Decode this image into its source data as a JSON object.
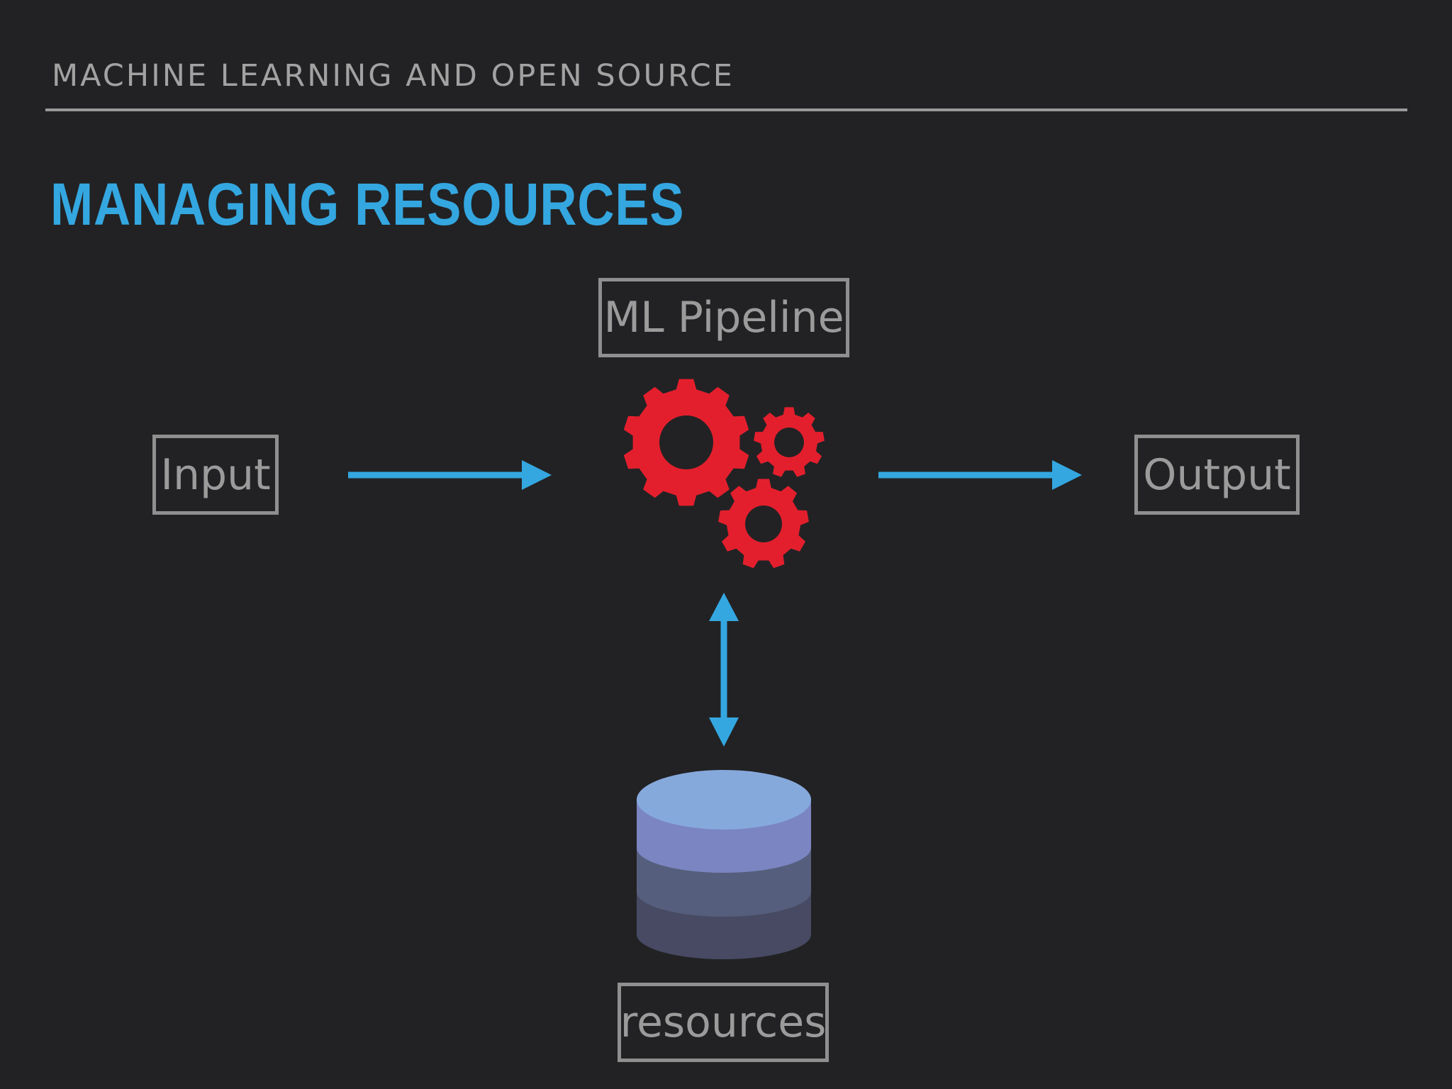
{
  "header": {
    "subtitle": "MACHINE LEARNING AND OPEN SOURCE"
  },
  "slide": {
    "title": "MANAGING RESOURCES"
  },
  "diagram": {
    "nodes": {
      "pipeline": "ML Pipeline",
      "input": "Input",
      "output": "Output",
      "resources": "resources"
    },
    "icons": {
      "pipeline": "gears-icon",
      "resources": "database-icon"
    },
    "edges": [
      {
        "from": "input",
        "to": "pipeline",
        "direction": "one-way"
      },
      {
        "from": "pipeline",
        "to": "output",
        "direction": "one-way"
      },
      {
        "from": "pipeline",
        "to": "resources",
        "direction": "two-way"
      }
    ]
  },
  "colors": {
    "background": "#222224",
    "title": "#34a7e1",
    "arrow": "#34a7e1",
    "gear": "#e41f2d",
    "database_top": "#86a9dc",
    "database_mid": "#7a85c1",
    "database_low": "#555e7c",
    "database_base": "#474a62"
  }
}
